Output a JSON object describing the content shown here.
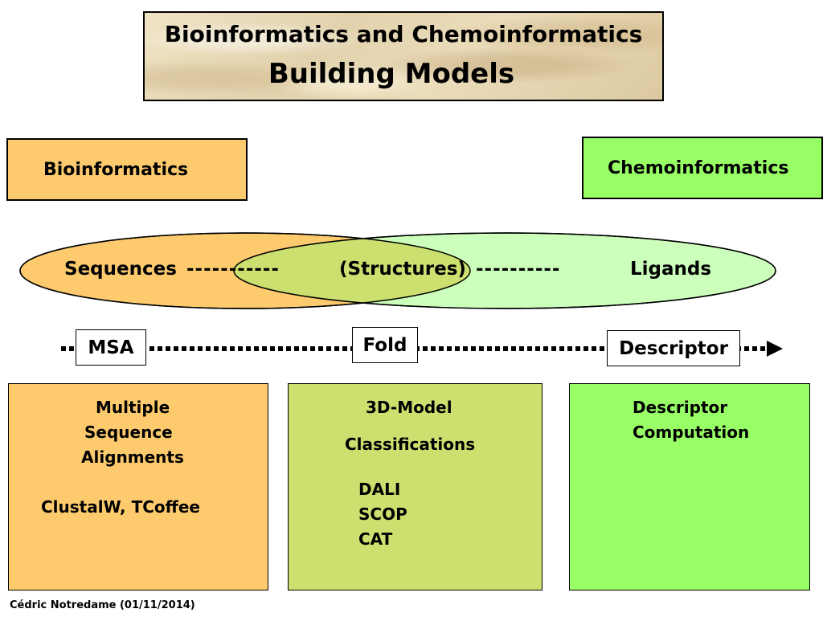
{
  "title": {
    "line1": "Bioinformatics and Chemoinformatics",
    "line2": "Building Models"
  },
  "headers": {
    "bioinformatics": "Bioinformatics",
    "chemoinformatics": "Chemoinformatics"
  },
  "venn": {
    "sequences": "Sequences",
    "dashes_left": "-----------",
    "structures": "(Structures)",
    "dashes_right": "----------",
    "ligands": "Ligands",
    "colors": {
      "left": "#fdcb6e",
      "right": "#ccffbb",
      "overlap": "#cce070"
    }
  },
  "pipeline": {
    "msa": "MSA",
    "fold": "Fold",
    "descriptor": "Descriptor"
  },
  "panels": {
    "left": {
      "lines": [
        "Multiple",
        "Sequence",
        "Alignments"
      ],
      "tools": "ClustalW, TCoffee"
    },
    "middle": {
      "heading": "3D-Model",
      "subheading": "Classifications",
      "items": [
        "DALI",
        "SCOP",
        "CAT"
      ]
    },
    "right": {
      "lines": [
        "Descriptor",
        "Computation"
      ]
    }
  },
  "footer": "Cédric Notredame (01/11/2014)"
}
